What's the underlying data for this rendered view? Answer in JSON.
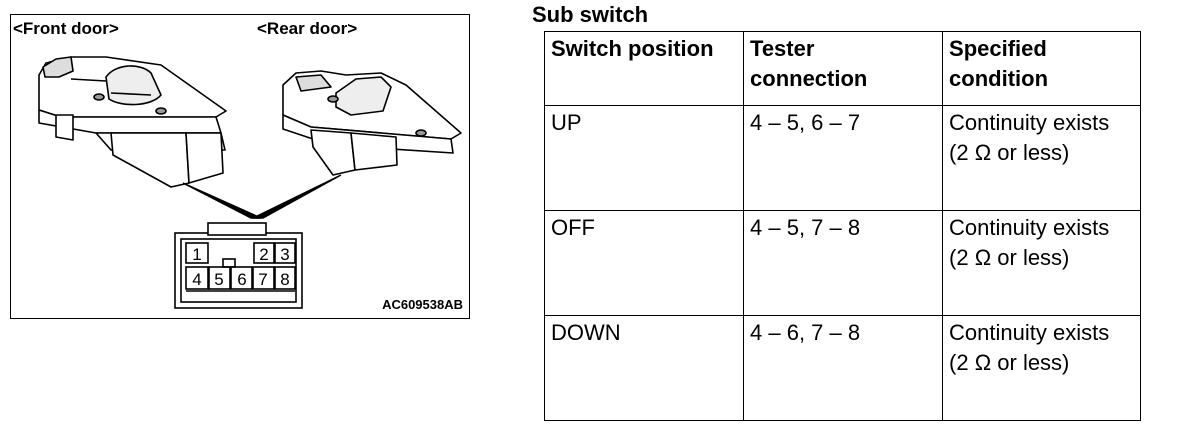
{
  "figure": {
    "front_door_label": "<Front door>",
    "rear_door_label": "<Rear door>",
    "connector_pins_top": [
      "1",
      "2",
      "3"
    ],
    "connector_pins_bottom": [
      "4",
      "5",
      "6",
      "7",
      "8"
    ],
    "figure_code": "AC609538AB"
  },
  "section": {
    "title": "Sub switch"
  },
  "table": {
    "headers": [
      "Switch position",
      "Tester connection",
      "Specified condition"
    ],
    "rows": [
      [
        "UP",
        "4 – 5, 6 – 7",
        "Continuity exists (2 Ω or less)"
      ],
      [
        "OFF",
        "4 – 5, 7 – 8",
        "Continuity exists (2 Ω or less)"
      ],
      [
        "DOWN",
        "4 – 6, 7 – 8",
        "Continuity exists (2 Ω or less)"
      ]
    ]
  }
}
